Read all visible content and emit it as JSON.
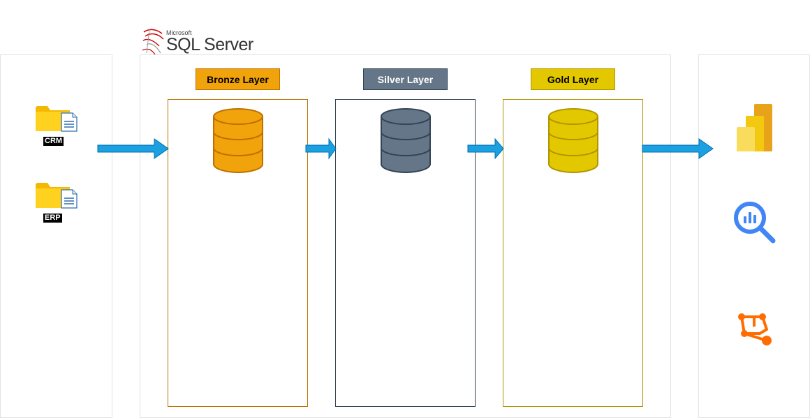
{
  "logo": {
    "vendor": "Microsoft",
    "product": "SQL Server"
  },
  "sources": [
    {
      "label": "CRM",
      "icon": "folder-file-icon"
    },
    {
      "label": "ERP",
      "icon": "folder-file-icon"
    }
  ],
  "layers": [
    {
      "label": "Bronze Layer",
      "fill": "#f0a30a",
      "stroke": "#bd7000"
    },
    {
      "label": "Silver Layer",
      "fill": "#647687",
      "stroke": "#314354"
    },
    {
      "label": "Gold Layer",
      "fill": "#e3c800",
      "stroke": "#b09500"
    }
  ],
  "consumers": [
    {
      "icon": "power-bi-icon"
    },
    {
      "icon": "analytics-search-icon"
    },
    {
      "icon": "machine-learning-icon"
    }
  ],
  "colors": {
    "arrow": "#1ba1e2",
    "arrow_stroke": "#006eaf"
  }
}
